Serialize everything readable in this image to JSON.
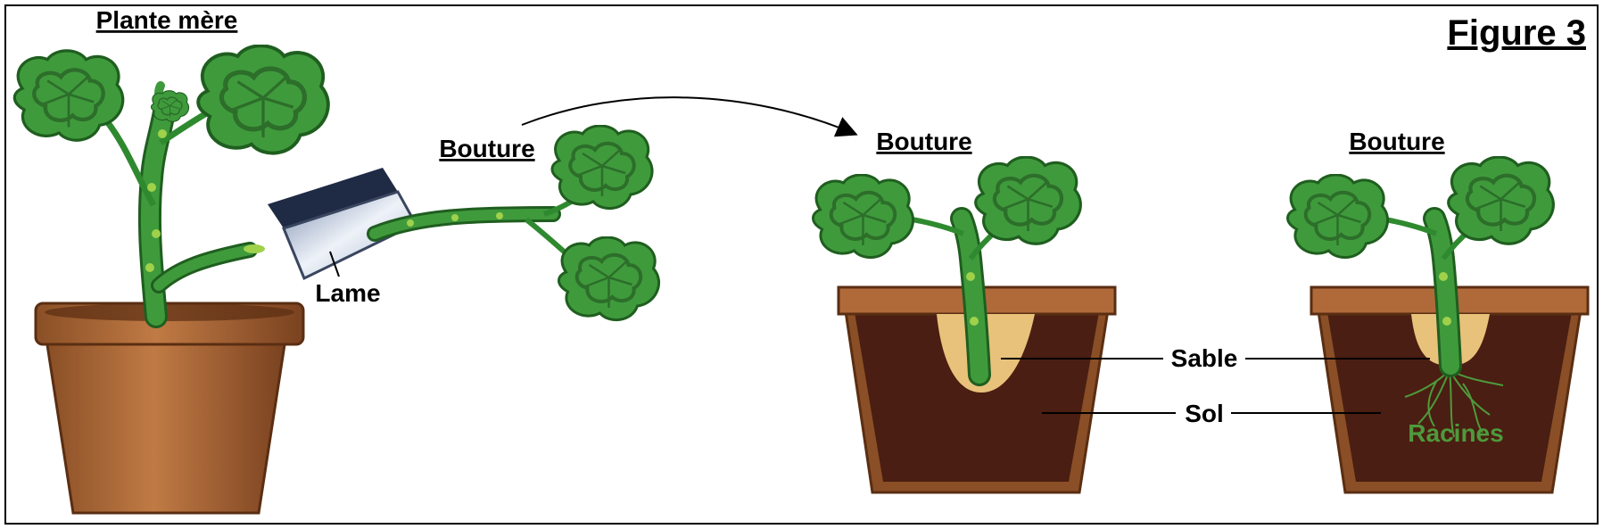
{
  "figure_label": "Figure 3",
  "labels": {
    "mother_plant": "Plante mère",
    "cutting_1": "Bouture",
    "cutting_2": "Bouture",
    "cutting_3": "Bouture",
    "blade": "Lame",
    "sand": "Sable",
    "soil": "Sol",
    "roots": "Racines"
  },
  "colors": {
    "leaf": "#3f9a3c",
    "leaf_dark": "#2c6e2a",
    "stem": "#2f8a2f",
    "pot": "#b06a3a",
    "pot_dark": "#6b3a1a",
    "soil": "#4a1e12",
    "sand": "#e8c27a",
    "roots_text": "#4e9a3c",
    "blade": "#cfd8e6"
  }
}
